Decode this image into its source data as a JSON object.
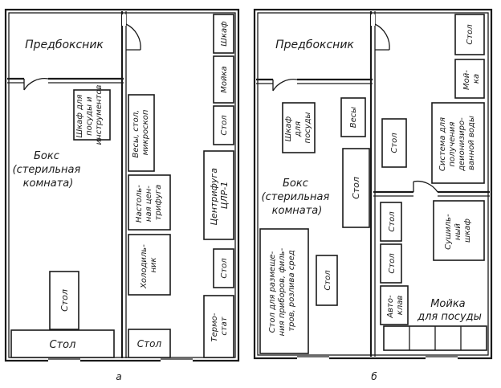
{
  "plan_a": {
    "caption": "а",
    "rooms": {
      "predboksnik": "Предбоксник",
      "box": [
        "Бокс",
        "(стерильная",
        "комната)"
      ]
    },
    "furniture": {
      "shelf_dishes": [
        "Шкаф для",
        "посуды и",
        "инструментов"
      ],
      "scales_table": [
        "Весы, стол,",
        "микроскоп"
      ],
      "centrifuge_table": [
        "Настоль-",
        "ная цен-",
        "трифуга"
      ],
      "fridge": [
        "Холодиль-",
        "ник"
      ],
      "table_small": "Стол",
      "table_wide": "Стол",
      "table_corner": "Стол",
      "cabinet": "Шкаф",
      "sink": "Мойка",
      "table_right": "Стол",
      "centrifuge": [
        "Центрифуга",
        "ЦЛР-1"
      ],
      "table_right_low": "Стол",
      "thermostat": [
        "Термо-",
        "стат"
      ]
    }
  },
  "plan_b": {
    "caption": "б",
    "rooms": {
      "predboksnik": "Предбоксник",
      "box": [
        "Бокс",
        "(стерильная",
        "комната)"
      ]
    },
    "furniture": {
      "shelf_dishes": [
        "Шкаф",
        "для",
        "посуды"
      ],
      "scales": "Весы",
      "table_mid": "Стол",
      "table_center": "Стол",
      "media_table": [
        "Стол для размеще-",
        "ния приборов, филь-",
        "тров, розлива сред"
      ],
      "table_small": "Стол",
      "table_top": "Стол",
      "sink_top": [
        "Мой-",
        "ка"
      ],
      "water_system": [
        "Система для",
        "получения",
        "деионизиро-",
        "ванной воды"
      ],
      "drying_cabinet": [
        "Сушиль-",
        "ный",
        "шкаф"
      ],
      "table_low1": "Стол",
      "table_low2": "Стол",
      "autoclave": [
        "Авто-",
        "клав"
      ],
      "dish_sink": [
        "Мойка",
        "для посуды"
      ]
    }
  }
}
